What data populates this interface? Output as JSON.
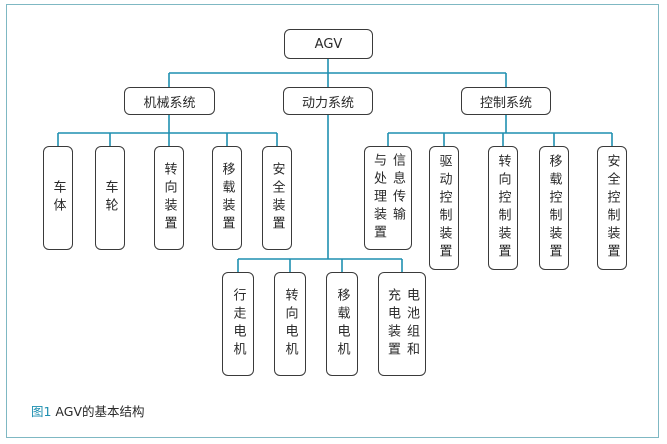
{
  "nodes": {
    "root": "AGV",
    "mechanical": "机械系统",
    "power": "动力系统",
    "control": "控制系统",
    "mech_body": "车体",
    "mech_wheel": "车轮",
    "mech_steer": "转向装置",
    "mech_transfer": "移载装置",
    "mech_safety": "安全装置",
    "ctrl_info_col1": "信息传输",
    "ctrl_info_col2": "与处理装置",
    "ctrl_drive": "驱动控制装置",
    "ctrl_steer": "转向控制装置",
    "ctrl_transfer": "移载控制装置",
    "ctrl_safety": "安全控制装置",
    "pwr_travel": "行走电机",
    "pwr_steer": "转向电机",
    "pwr_transfer": "移载电机",
    "pwr_battery_col1": "电池组和",
    "pwr_battery_col2": "充电装置"
  },
  "caption": {
    "figure_label": "图1",
    "text": " AGV的基本结构"
  },
  "colors": {
    "connector": "#1f8fb0",
    "frame": "#7fb8c3",
    "box_border": "#3a3a3a",
    "caption_label": "#1f8fb0"
  }
}
